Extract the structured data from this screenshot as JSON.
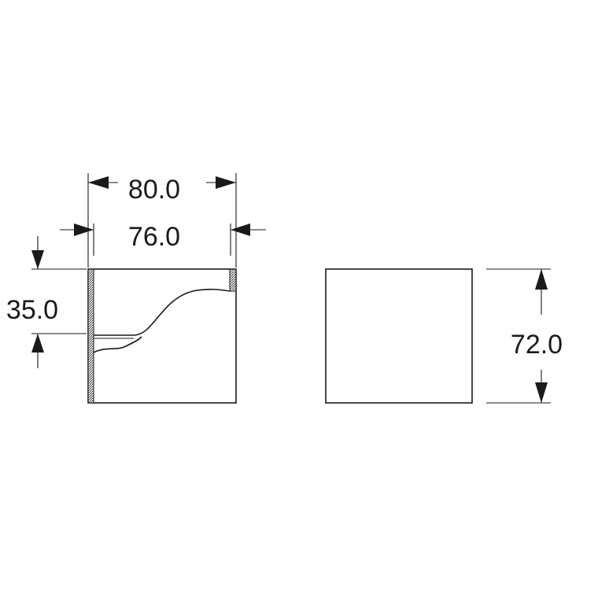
{
  "drawing": {
    "dimensions": {
      "outer_width": "80.0",
      "inner_width": "76.0",
      "hook_height": "35.0",
      "total_height": "72.0"
    }
  }
}
